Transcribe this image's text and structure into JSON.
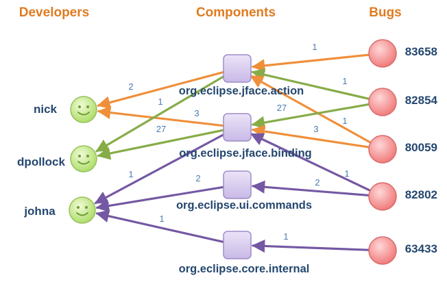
{
  "headers": {
    "developers": "Developers",
    "components": "Components",
    "bugs": "Bugs"
  },
  "developers": [
    {
      "id": "nick",
      "name": "nick",
      "icon": "smiley-face-icon"
    },
    {
      "id": "dpollock",
      "name": "dpollock",
      "icon": "smiley-face-icon"
    },
    {
      "id": "johna",
      "name": "johna",
      "icon": "smiley-face-icon"
    }
  ],
  "components": [
    {
      "id": "jface-action",
      "name": "org.eclipse.jface.action"
    },
    {
      "id": "jface-binding",
      "name": "org.eclipse.jface.binding"
    },
    {
      "id": "ui-commands",
      "name": "org.eclipse.ui.commands"
    },
    {
      "id": "core-internal",
      "name": "org.eclipse.core.internal"
    }
  ],
  "bugs": [
    {
      "id": "83658"
    },
    {
      "id": "82854"
    },
    {
      "id": "80059"
    },
    {
      "id": "82802"
    },
    {
      "id": "63433"
    }
  ],
  "edges": [
    {
      "from": "bug:83658",
      "to": "comp:jface-action",
      "weight": "1",
      "color": "orange"
    },
    {
      "from": "bug:82854",
      "to": "comp:jface-action",
      "weight": "1",
      "color": "green"
    },
    {
      "from": "bug:80059",
      "to": "comp:jface-action",
      "weight": "1",
      "color": "orange"
    },
    {
      "from": "bug:82854",
      "to": "comp:jface-binding",
      "weight": "27",
      "color": "green"
    },
    {
      "from": "bug:80059",
      "to": "comp:jface-binding",
      "weight": "3",
      "color": "orange"
    },
    {
      "from": "bug:82802",
      "to": "comp:jface-binding",
      "weight": "1",
      "color": "purple"
    },
    {
      "from": "bug:82802",
      "to": "comp:ui-commands",
      "weight": "2",
      "color": "purple"
    },
    {
      "from": "bug:63433",
      "to": "comp:core-internal",
      "weight": "1",
      "color": "purple"
    },
    {
      "from": "comp:jface-action",
      "to": "dev:nick",
      "weight": "2",
      "color": "orange"
    },
    {
      "from": "comp:jface-binding",
      "to": "dev:nick",
      "weight": "3",
      "color": "orange"
    },
    {
      "from": "comp:jface-action",
      "to": "dev:dpollock",
      "weight": "1",
      "color": "green"
    },
    {
      "from": "comp:jface-binding",
      "to": "dev:dpollock",
      "weight": "27",
      "color": "green"
    },
    {
      "from": "comp:jface-binding",
      "to": "dev:johna",
      "weight": "1",
      "color": "purple"
    },
    {
      "from": "comp:ui-commands",
      "to": "dev:johna",
      "weight": "2",
      "color": "purple"
    },
    {
      "from": "comp:core-internal",
      "to": "dev:johna",
      "weight": "1",
      "color": "purple"
    }
  ],
  "colors": {
    "header": "#e07a1f",
    "label": "#24476f",
    "weight": "#4a7bb0",
    "orange": "#ef8f3a",
    "green": "#86ac48",
    "purple": "#7558a3",
    "developer_fill": "#aede6a",
    "component_fill": "#c8b9e6",
    "bug_fill": "#f07c7c"
  }
}
